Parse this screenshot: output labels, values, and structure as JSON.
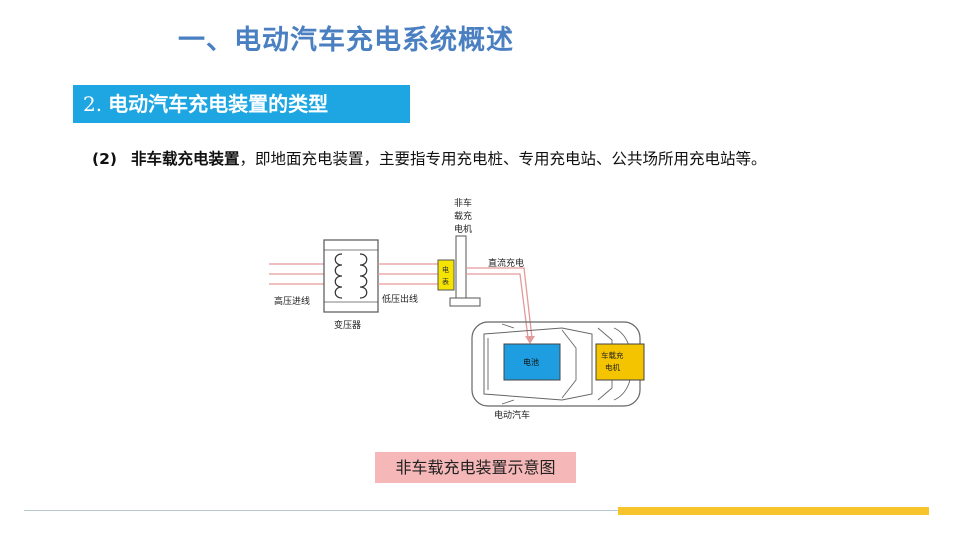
{
  "slide": {
    "title": "一、电动汽车充电系统概述",
    "section": {
      "number": "2.",
      "label": "电动汽车充电装置的类型"
    },
    "description": {
      "index": "(2)",
      "term": "非车载充电装置",
      "text": "，即地面充电装置，主要指专用充电桩、专用充电站、公共场所用充电站等。"
    },
    "caption": "非车载充电装置示意图"
  },
  "diagram": {
    "offboard_charger": [
      "非车",
      "载充",
      "电机"
    ],
    "meter": [
      "电",
      "表"
    ],
    "dc_label": "直流充电",
    "hv_label": "高压进线",
    "lv_label": "低压出线",
    "transformer_label": "变压器",
    "battery_label": "电池",
    "onboard_charger": [
      "车载充",
      "电机"
    ],
    "car_label": "电动汽车",
    "colors": {
      "accent_blue": "#1da6e2",
      "title_blue": "#4a7fc1",
      "battery_fill": "#1e9ee0",
      "charger_fill": "#f5c400",
      "wire_red": "#e39a9a",
      "caption_bg": "#f5b7b7",
      "rule_yellow": "#f7c42c"
    }
  }
}
